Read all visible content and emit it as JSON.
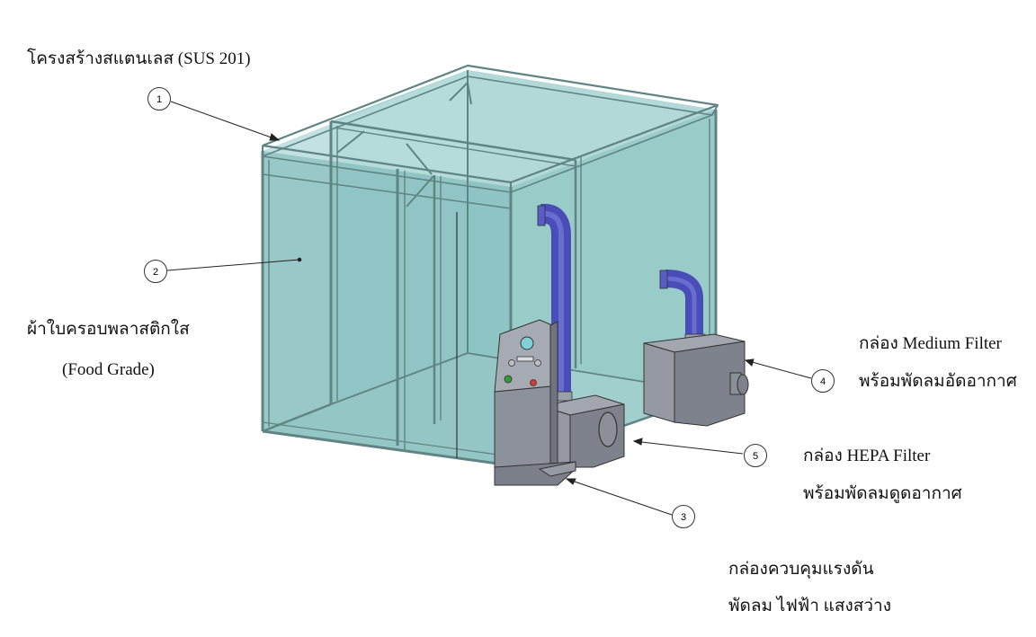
{
  "labels": {
    "frame": "โครงสร้างสแตนเลส (SUS 201)",
    "curtain_line1": "ผ้าใบครอบพลาสติกใส",
    "curtain_line2": "(Food Grade)",
    "medium_line1": "กล่อง Medium Filter",
    "medium_line2": "พร้อมพัดลมอัดอากาศ",
    "hepa_line1": "กล่อง HEPA Filter",
    "hepa_line2": "พร้อมพัดลมดูดอากาศ",
    "control_line1": "กล่องควบคุมแรงดัน",
    "control_line2": "พัดลม ไฟฟ้า แสงสว่าง"
  },
  "callouts": {
    "frame": "1",
    "curtain": "2",
    "control_box": "3",
    "medium_filter_box": "4",
    "hepa_filter_box": "5"
  },
  "colors": {
    "glass": "#8fc3c3",
    "frame": "#5f8483",
    "duct": "#5557c4",
    "box": "#868b95",
    "button_green": "#2f9e36",
    "button_red": "#d43a30"
  }
}
